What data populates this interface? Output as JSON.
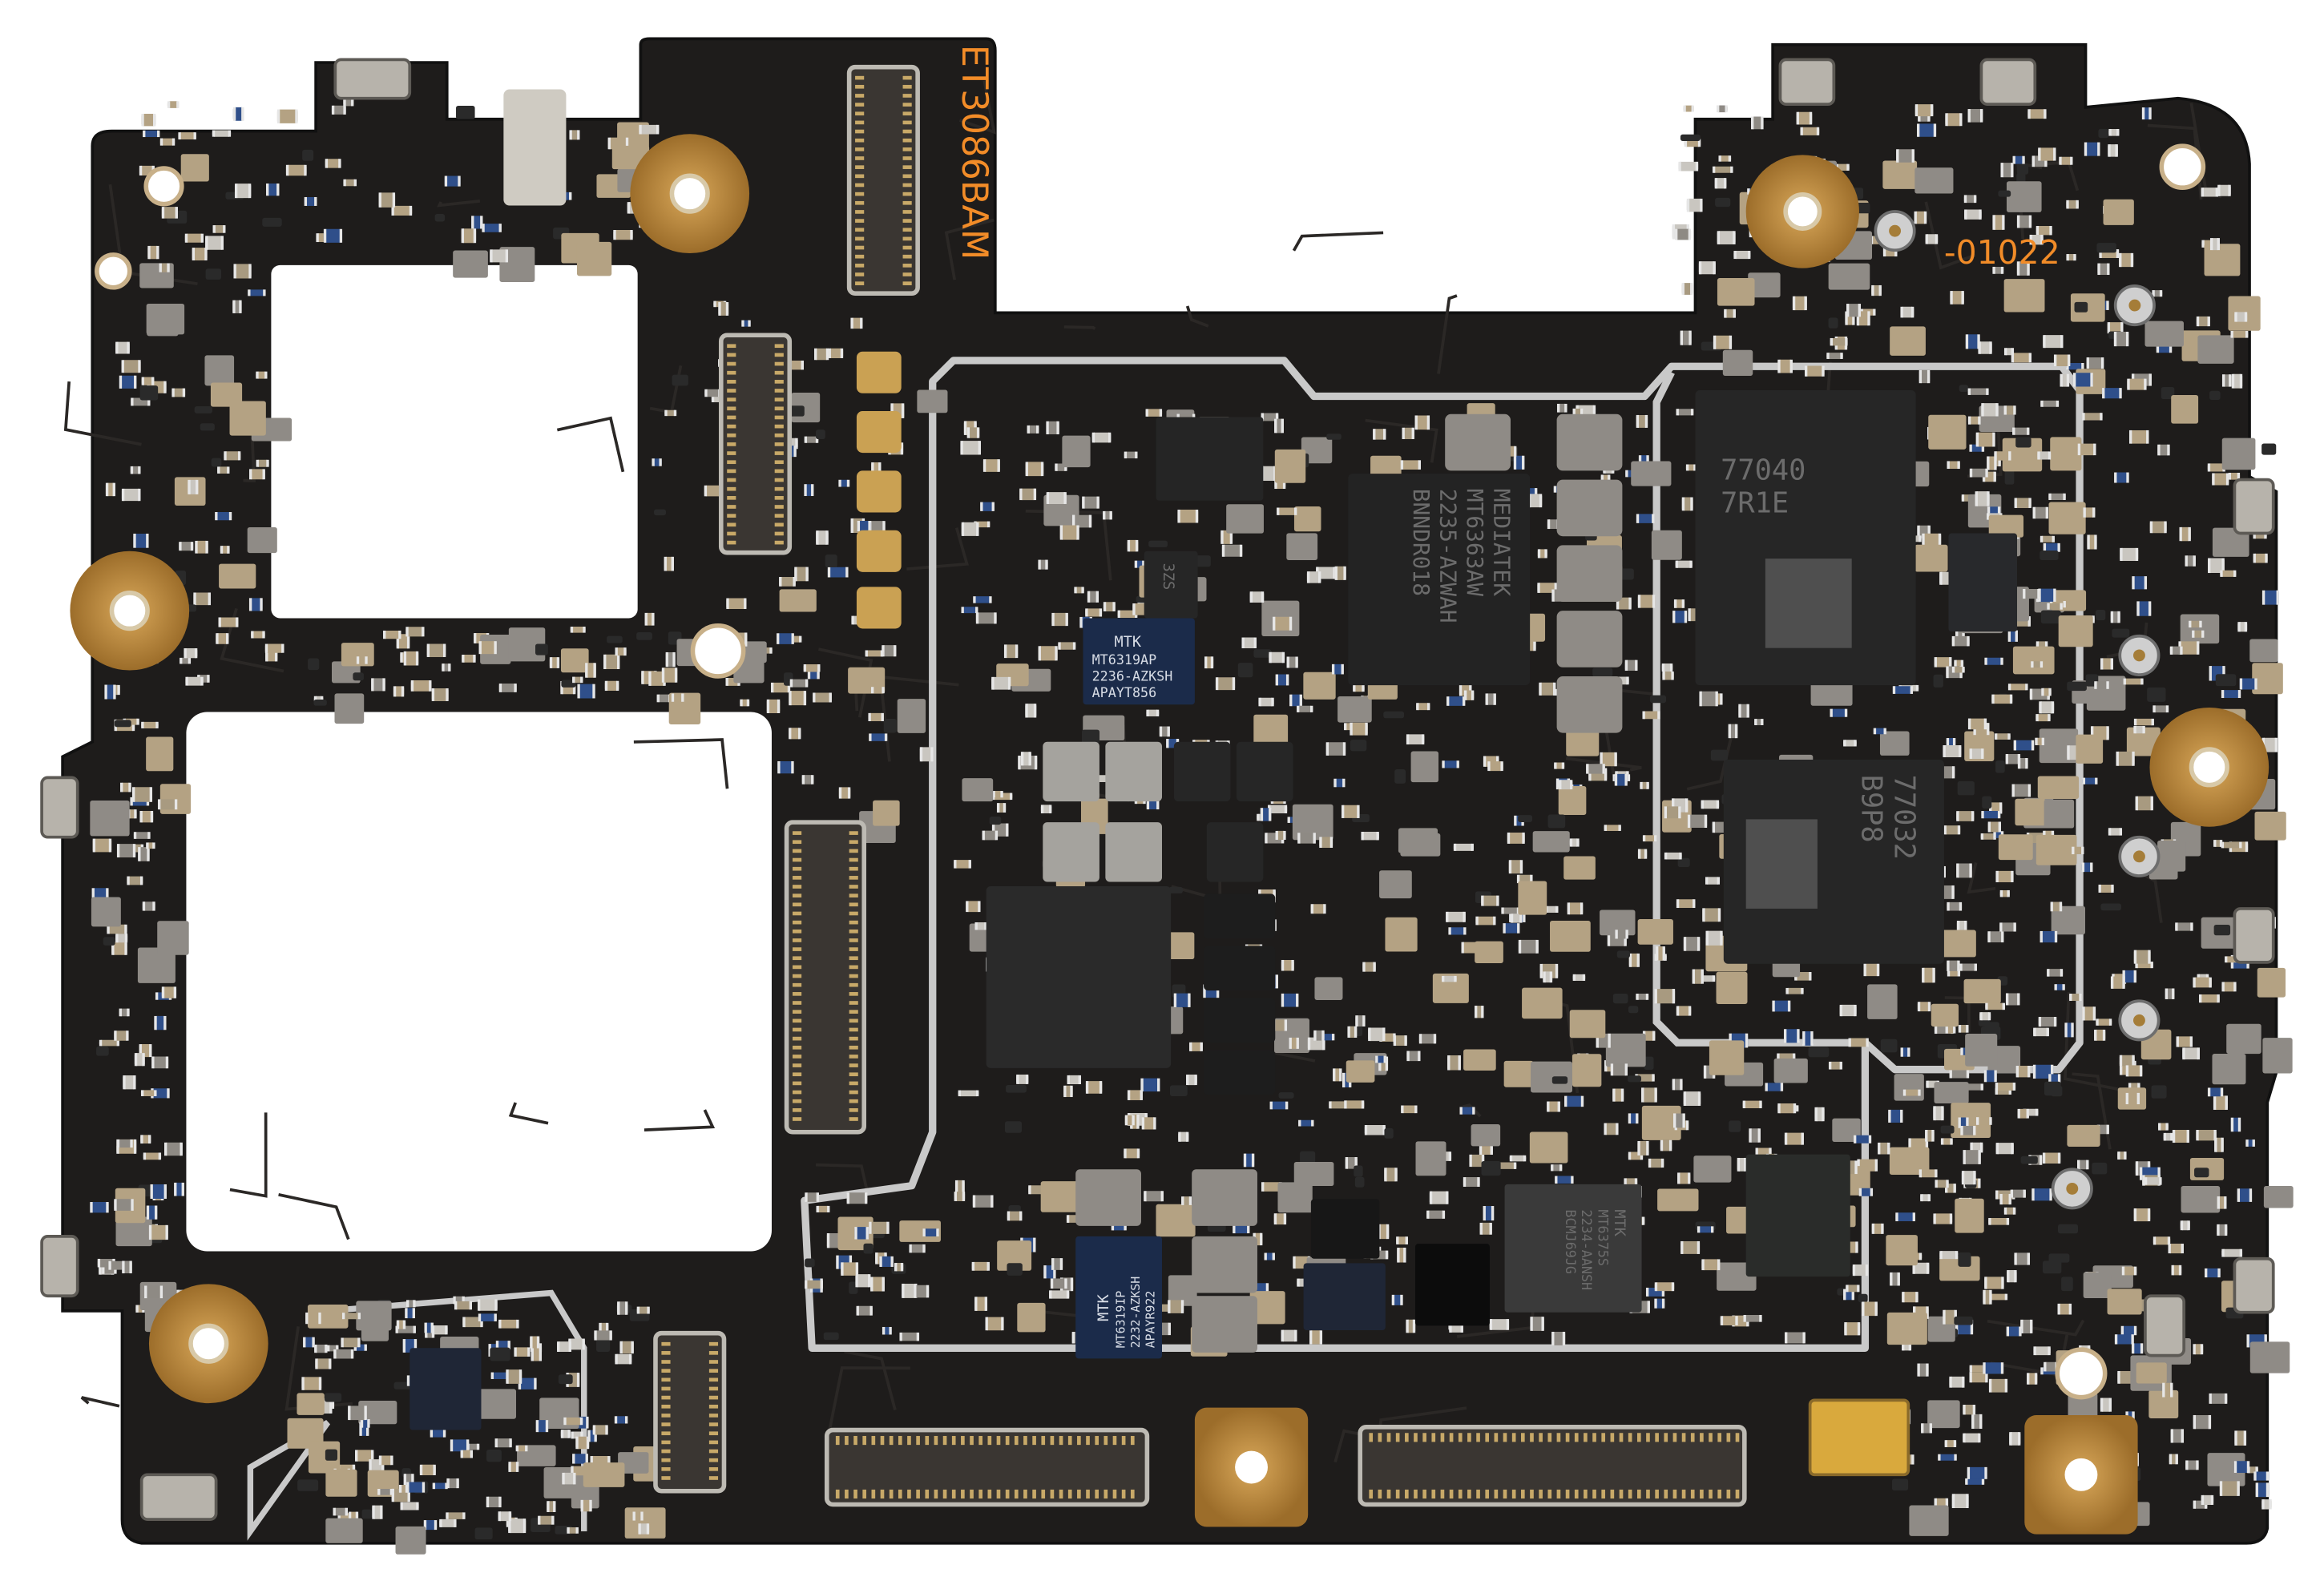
{
  "board": {
    "silkscreen": {
      "part_number": "ET3086BAM",
      "revision": "-01022"
    },
    "colors": {
      "substrate": "#1e1c1b",
      "silkscreen": "#f28c28",
      "gold_pad": "#b8863b",
      "shield": "#c9c9c9",
      "blue_package": "#1b2b4a"
    },
    "chips": {
      "pmic_main": {
        "lines": [
          "MEDIATEK",
          "MT6363AW",
          "2235-AZWAH",
          "BNNDR018"
        ]
      },
      "pmic_sub_1": {
        "lines": [
          "MTK",
          "MT6319AP",
          "2236-AZKSH",
          "APAYT856"
        ]
      },
      "pmic_sub_2": {
        "lines": [
          "MTK",
          "MT6319IP",
          "2232-AZKSH",
          "APAYR922"
        ]
      },
      "rf_module_1": {
        "lines": [
          "77040",
          "7R1E"
        ]
      },
      "rf_module_2": {
        "lines": [
          "77032",
          "B9P8"
        ]
      },
      "mtk_chip": {
        "lines": [
          "MTK",
          "MT6375S",
          "2234-AANSH",
          "BCMJ69JG"
        ]
      },
      "small_chip": {
        "lines": [
          "3ZS"
        ]
      }
    }
  }
}
